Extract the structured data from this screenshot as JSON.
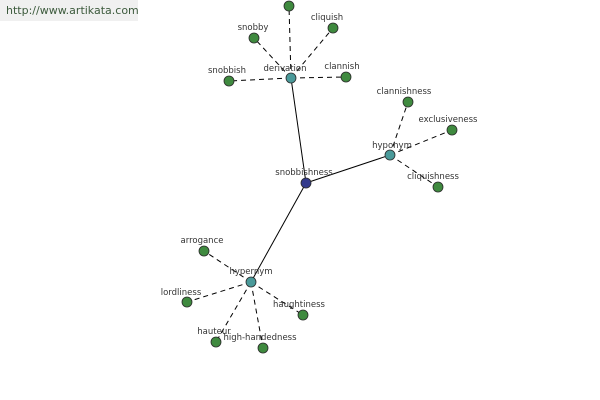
{
  "watermark": "http://www.artikata.com",
  "colors": {
    "root_node": "#333a8c",
    "relation_node": "#4a9a9a",
    "leaf_node": "#3f8a3f",
    "node_stroke": "#2a2a2a"
  },
  "graph": {
    "root": {
      "id": "root",
      "label": "snobbishness"
    },
    "relations": [
      {
        "id": "derivation",
        "label": "derivation"
      },
      {
        "id": "hyponym",
        "label": "hyponym"
      },
      {
        "id": "hypernym",
        "label": "hypernym"
      }
    ],
    "leaves": [
      {
        "id": "top-unlabeled",
        "label": "",
        "parent": "derivation"
      },
      {
        "id": "snobby",
        "label": "snobby",
        "parent": "derivation"
      },
      {
        "id": "cliquish",
        "label": "cliquish",
        "parent": "derivation"
      },
      {
        "id": "snobbish",
        "label": "snobbish",
        "parent": "derivation"
      },
      {
        "id": "clannish",
        "label": "clannish",
        "parent": "derivation"
      },
      {
        "id": "clannishness",
        "label": "clannishness",
        "parent": "hyponym"
      },
      {
        "id": "exclusiveness",
        "label": "exclusiveness",
        "parent": "hyponym"
      },
      {
        "id": "cliquishness",
        "label": "cliquishness",
        "parent": "hyponym"
      },
      {
        "id": "arrogance",
        "label": "arrogance",
        "parent": "hypernym"
      },
      {
        "id": "lordliness",
        "label": "lordliness",
        "parent": "hypernym"
      },
      {
        "id": "haughtiness",
        "label": "haughtiness",
        "parent": "hypernym"
      },
      {
        "id": "hauteur",
        "label": "hauteur",
        "parent": "hypernym"
      },
      {
        "id": "high-handedness",
        "label": "high-handedness",
        "parent": "hypernym"
      }
    ]
  }
}
